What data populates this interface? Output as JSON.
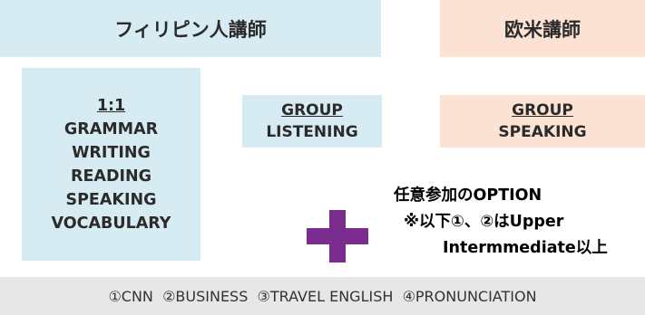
{
  "headers": {
    "filipino": "フィリピン人講師",
    "western": "欧米講師"
  },
  "one_on_one": {
    "title": "1:1",
    "subjects": [
      "GRAMMAR",
      "WRITING",
      "READING",
      "SPEAKING",
      "VOCABULARY"
    ]
  },
  "group_listening": {
    "line1": "GROUP",
    "line2": "LISTENING"
  },
  "group_speaking": {
    "line1": "GROUP",
    "line2": "SPEAKING"
  },
  "option": {
    "title": "任意参加のOPTION",
    "note_line1": "※以下①、②はUpper",
    "note_line2": "Intermmediate以上"
  },
  "options_bar": "①CNN  ②BUSINESS  ③TRAVEL ENGLISH  ④PRONUNCIATION",
  "colors": {
    "blue_box": "#d7ecf2",
    "peach_box": "#fbe2d3",
    "gray_bar": "#e7e7e7",
    "plus": "#7a2d8f"
  },
  "icons": {
    "plus": "plus-icon"
  }
}
